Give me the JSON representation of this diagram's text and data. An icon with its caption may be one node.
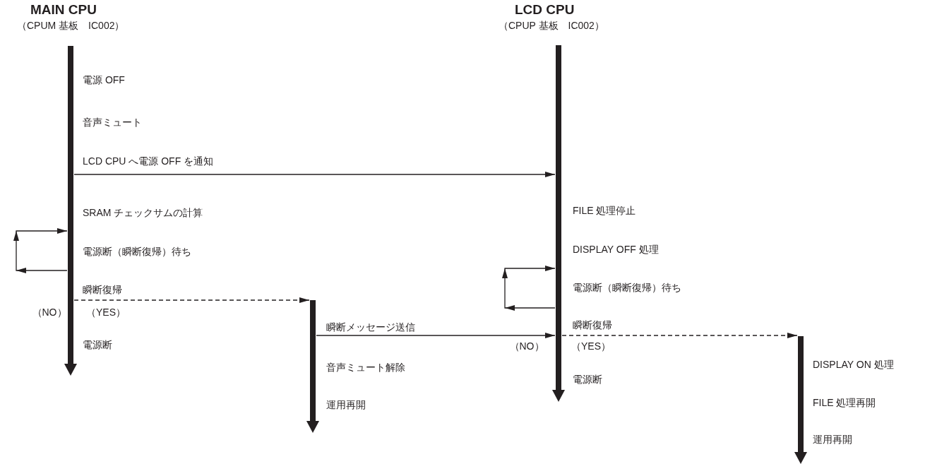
{
  "diagram": {
    "nodes": [
      {
        "text": [],
        "shape": "bar",
        "beside": [
          "電源 OFF",
          "音声ミュート",
          "SRAM チェックサムの計算",
          "電源断（瞬断復帰）待ち",
          "電源断"
        ]
      },
      {
        "text": [],
        "shape": "bar",
        "beside": [
          "FILE 処理停止",
          "DISPLAY OFF 処理",
          "電源断（瞬断復帰）待ち",
          "電源断"
        ]
      },
      {
        "text": [],
        "shape": "bar",
        "beside": [
          "音声ミュート解除",
          "運用再開"
        ]
      },
      {
        "text": [],
        "shape": "bar",
        "beside": [
          "DISPLAY ON 処理",
          "FILE 処理再開",
          "運用再開"
        ]
      }
    ],
    "edges": [
      {
        "from": 0,
        "to": 1,
        "arrow": "to",
        "label": "LCD CPU へ電源 OFF を通知"
      },
      {
        "from": 0,
        "to": 0,
        "arrow": "to"
      },
      {
        "from": 0,
        "to": 2,
        "arrow": "to",
        "label": "瞬断復帰",
        "style": "dashed"
      },
      {
        "from": 2,
        "to": 1,
        "arrow": "to",
        "label": "瞬断メッセージ送信"
      },
      {
        "from": 1,
        "to": 1,
        "arrow": "to"
      },
      {
        "from": 1,
        "to": 3,
        "arrow": "to",
        "label": "瞬断復帰",
        "style": "dashed"
      }
    ],
    "labels": [
      "MAIN CPU",
      "（CPUM 基板　IC002）",
      "LCD CPU",
      "（CPUP 基板　IC002）",
      "（NO）",
      "（YES）",
      "（NO）",
      "（YES）"
    ]
  }
}
